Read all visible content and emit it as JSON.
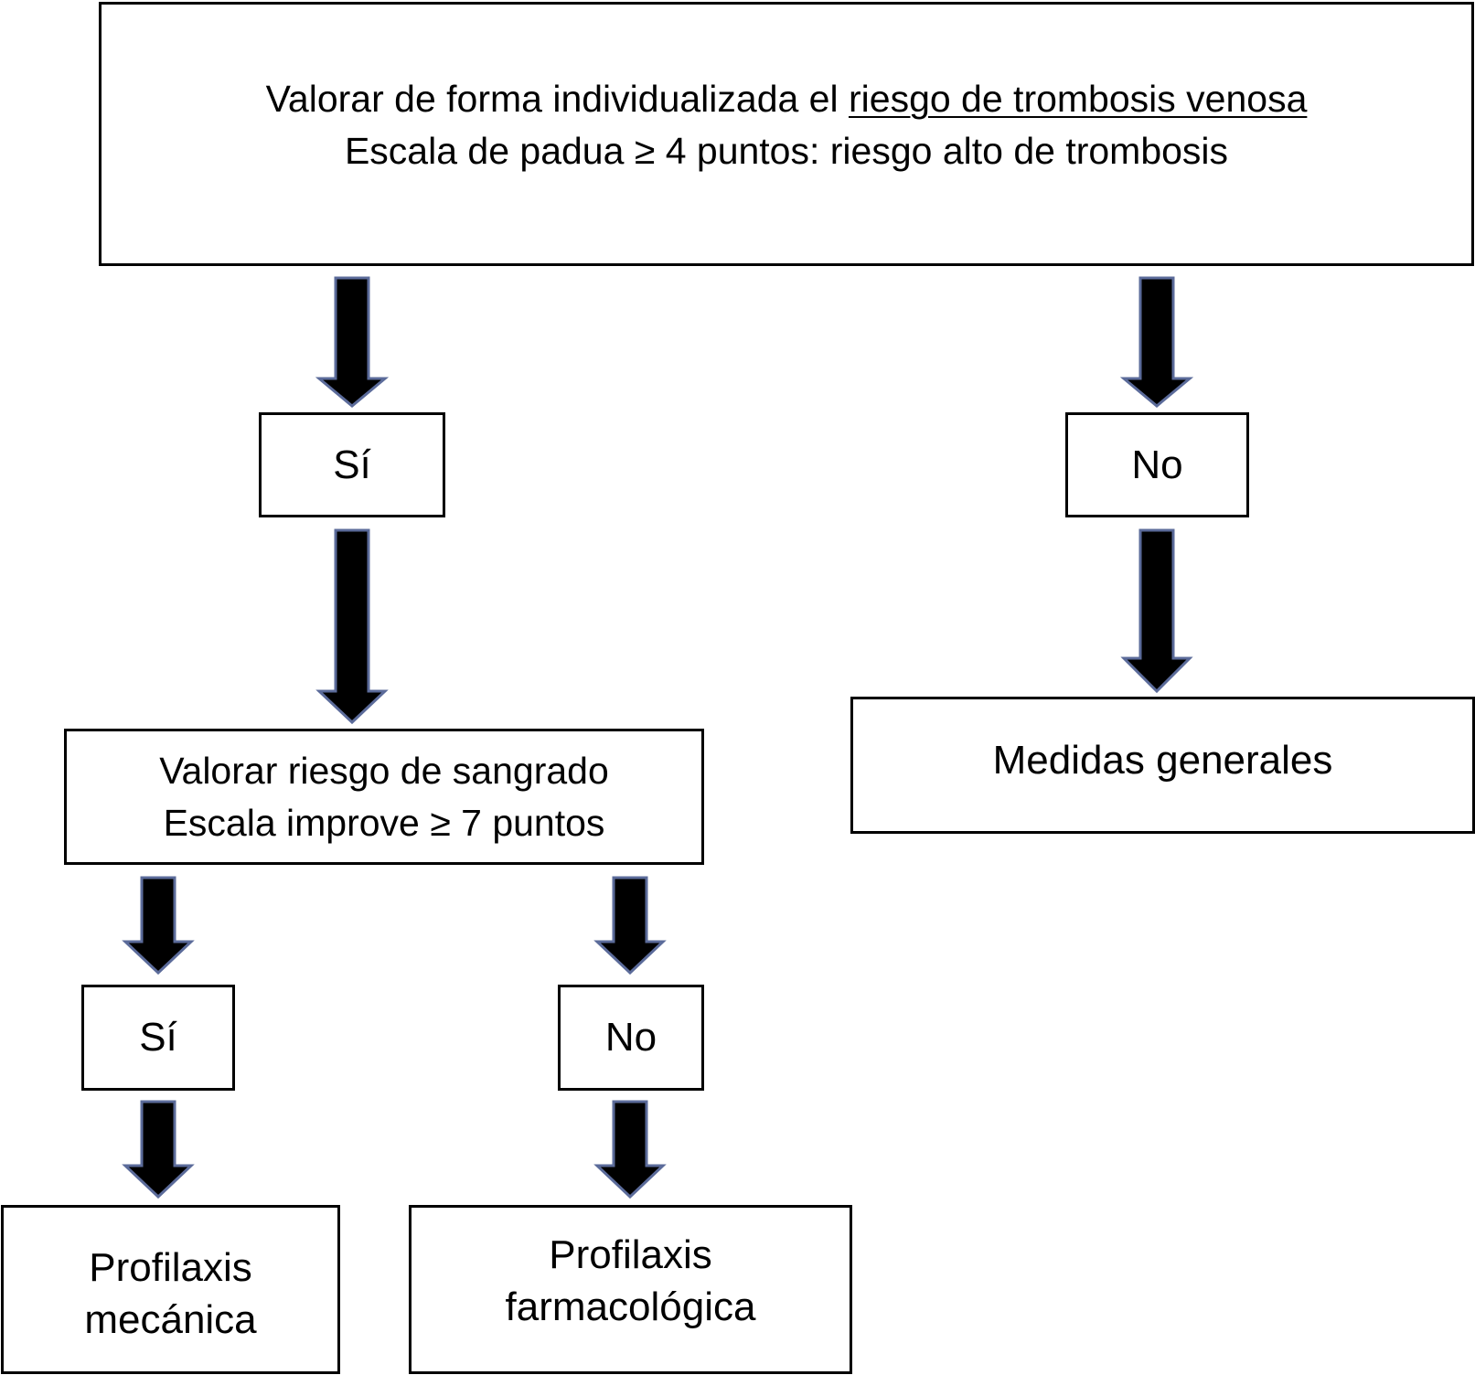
{
  "top_box": {
    "line1_prefix": "Valorar de forma individualizada el ",
    "line1_underlined": "riesgo de trombosis venosa",
    "line2": "Escala de padua ≥ 4 puntos: riesgo alto de trombosis"
  },
  "branch_yes_1": {
    "label": "Sí"
  },
  "branch_no_1": {
    "label": "No"
  },
  "bleeding_box": {
    "line1": "Valorar riesgo de sangrado",
    "line2": "Escala improve ≥ 7 puntos"
  },
  "general_box": {
    "label": "Medidas generales"
  },
  "branch_yes_2": {
    "label": "Sí"
  },
  "branch_no_2": {
    "label": "No"
  },
  "mechanical_box": {
    "line1": "Profilaxis",
    "line2": "mecánica"
  },
  "pharma_box": {
    "line1": "Profilaxis",
    "line2": "farmacológica"
  },
  "colors": {
    "arrow_fill": "#000000",
    "arrow_outline": "#5b6b9a",
    "box_border": "#000000"
  }
}
